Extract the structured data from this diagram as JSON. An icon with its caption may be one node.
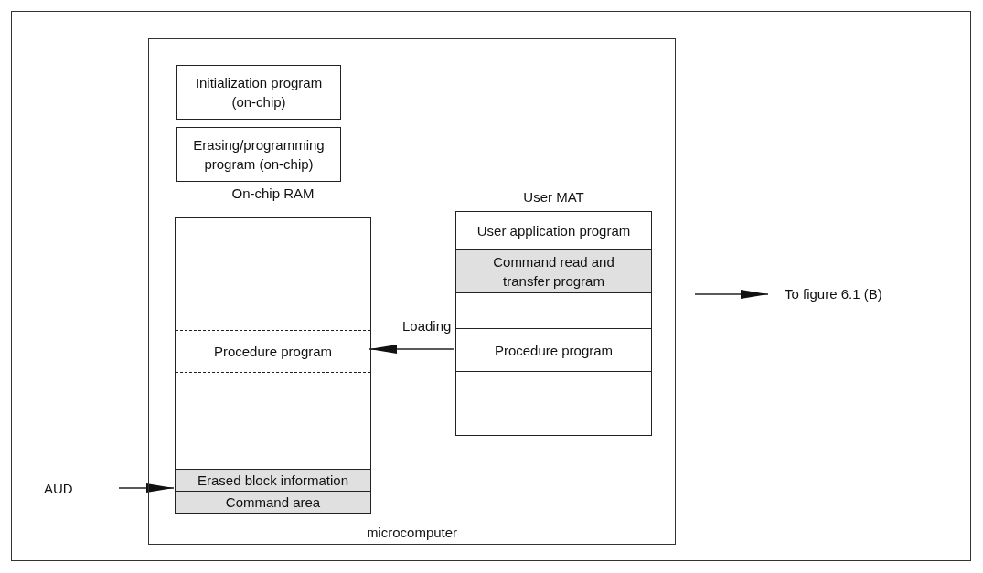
{
  "diagram": {
    "nodes": [
      {
        "text": [
          "microcomputer"
        ]
      },
      {
        "text": [
          "Initialization program (on-chip)"
        ],
        "in": 0
      },
      {
        "text": [
          "Erasing/programming program (on-chip)"
        ],
        "in": 0
      },
      {
        "text": [
          "On-chip RAM"
        ],
        "in": 0
      },
      {
        "text": [
          "Procedure program"
        ],
        "in": 3
      },
      {
        "text": [
          "Erased block information"
        ],
        "in": 3
      },
      {
        "text": [
          "Command area"
        ],
        "in": 3
      },
      {
        "text": [
          "User MAT"
        ],
        "in": 0
      },
      {
        "text": [
          "User application program"
        ],
        "in": 7
      },
      {
        "text": [
          "Command read and transfer program"
        ],
        "in": 7
      },
      {
        "text": [
          "Procedure program"
        ],
        "in": 7
      },
      {
        "text": [
          "AUD"
        ]
      },
      {
        "text": [
          "To figure 6.1 (B)"
        ]
      }
    ],
    "edges": [
      {
        "from": 10,
        "to": 4,
        "arrow": "to",
        "label": "Loading"
      },
      {
        "from": 11,
        "to": 5,
        "arrow": "to"
      },
      {
        "from": 0,
        "to": 12,
        "arrow": "to"
      }
    ]
  }
}
